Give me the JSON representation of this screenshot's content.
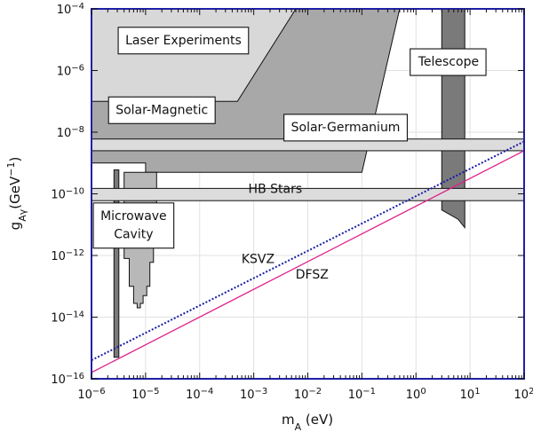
{
  "chart_data": {
    "type": "area",
    "title": "",
    "xlabel": "m",
    "xlabel_sub": "A",
    "xlabel_unit": " (eV)",
    "ylabel": "g",
    "ylabel_sub": "Aγ",
    "ylabel_unit": "(GeV",
    "ylabel_sup": "−1",
    "ylabel_close": ")",
    "x_scale": "log",
    "y_scale": "log",
    "xlim": [
      1e-06,
      100
    ],
    "ylim": [
      1e-16,
      0.0001
    ],
    "x_tick_exponents": [
      -6,
      -5,
      -4,
      -3,
      -2,
      -1,
      0,
      1,
      2
    ],
    "y_tick_exponents": [
      -16,
      -14,
      -12,
      -10,
      -8,
      -6,
      -4
    ],
    "grid": true,
    "colors": {
      "frame": "#1f1fa8",
      "grid": "#e2e2e2",
      "laser": "#d8d8d8",
      "solar_magnetic": "#a8a8a8",
      "band": "#dcdcdc",
      "microwave": "#b8b8b8",
      "telescope": "#7a7a7a",
      "ksvz": "#1a1aa8",
      "dfsz": "#e0218a"
    },
    "regions": [
      {
        "name": "Solar-Magnetic",
        "points": [
          [
            1e-06,
            8e-08
          ],
          [
            1e-06,
            0.0001
          ],
          [
            0.5,
            0.0001
          ],
          [
            0.1,
            5e-10
          ],
          [
            1e-05,
            5e-10
          ],
          [
            1e-05,
            1e-09
          ],
          [
            1e-06,
            1e-09
          ]
        ]
      },
      {
        "name": "Laser Experiments",
        "points": [
          [
            1e-06,
            0.0001
          ],
          [
            0.0005,
            0.0001
          ],
          [
            0.006,
            0.0001
          ],
          [
            0.0005,
            1e-07
          ],
          [
            1e-06,
            1e-07
          ]
        ]
      },
      {
        "name": "Microwave Cavity",
        "points": [
          [
            4e-06,
            5e-10
          ],
          [
            1.6e-05,
            5e-10
          ],
          [
            1.6e-05,
            2.5e-12
          ],
          [
            1.4e-05,
            2.5e-12
          ],
          [
            1.4e-05,
            6e-13
          ],
          [
            1.2e-05,
            6e-13
          ],
          [
            1.2e-05,
            1e-13
          ],
          [
            1.05e-05,
            1e-13
          ],
          [
            1.05e-05,
            5e-14
          ],
          [
            9e-06,
            5e-14
          ],
          [
            9e-06,
            2.8e-14
          ],
          [
            8e-06,
            2.8e-14
          ],
          [
            8e-06,
            2e-14
          ],
          [
            7e-06,
            2e-14
          ],
          [
            7e-06,
            2.8e-14
          ],
          [
            6e-06,
            2.8e-14
          ],
          [
            6e-06,
            1e-13
          ],
          [
            5e-06,
            1e-13
          ],
          [
            5e-06,
            8e-13
          ],
          [
            4e-06,
            8e-13
          ]
        ]
      },
      {
        "name": "Microwave Cavity narrow",
        "points": [
          [
            2.6e-06,
            6e-10
          ],
          [
            3.2e-06,
            6e-10
          ],
          [
            3.2e-06,
            5e-16
          ],
          [
            2.6e-06,
            5e-16
          ]
        ]
      },
      {
        "name": "Telescope",
        "points": [
          [
            3.0,
            0.0001
          ],
          [
            8.0,
            0.0001
          ],
          [
            8.0,
            8e-12
          ],
          [
            6.0,
            1.5e-11
          ],
          [
            3.0,
            3e-11
          ]
        ]
      }
    ],
    "bands": [
      {
        "name": "Solar-Germanium",
        "y": [
          2.5e-09,
          6e-09
        ]
      },
      {
        "name": "HB Stars",
        "y": [
          6e-11,
          1.5e-10
        ]
      }
    ],
    "lines": [
      {
        "name": "KSVZ",
        "style": "dotted",
        "x": [
          1e-06,
          100
        ],
        "y": [
          4e-16,
          5e-09
        ]
      },
      {
        "name": "DFSZ",
        "style": "solid",
        "x": [
          1e-06,
          100
        ],
        "y": [
          1.6e-16,
          2.5e-09
        ]
      }
    ],
    "region_labels": [
      {
        "text": "Laser Experiments",
        "x": 5e-05,
        "y": 1e-05,
        "boxed": true
      },
      {
        "text": "Solar-Magnetic",
        "x": 2e-05,
        "y": 5.5e-08,
        "boxed": true
      },
      {
        "text": "Solar-Germanium",
        "x": 0.05,
        "y": 1.5e-08,
        "boxed": true
      },
      {
        "text": "Telescope",
        "x": 4,
        "y": 2e-06,
        "boxed": true
      },
      {
        "text": "Microwave",
        "x": 6e-06,
        "y": 2e-11,
        "boxed": true
      },
      {
        "text": "Cavity",
        "x": 6e-06,
        "y": 5e-12,
        "boxed": false
      },
      {
        "text": "HB Stars",
        "x": 0.0025,
        "y": 1.5e-10,
        "boxed": false
      },
      {
        "text": "KSVZ",
        "x": 0.0012,
        "y": 8e-13,
        "boxed": false
      },
      {
        "text": "DFSZ",
        "x": 0.012,
        "y": 2.5e-13,
        "boxed": false
      }
    ]
  }
}
